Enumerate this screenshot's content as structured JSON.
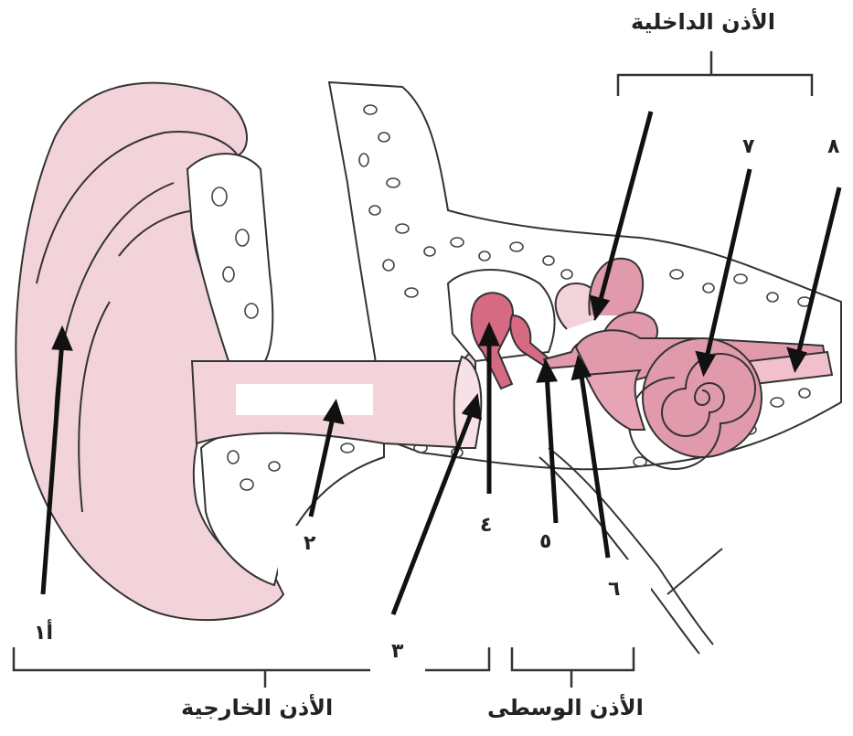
{
  "regions": {
    "inner_ear": "الأذن الداخلية",
    "outer_ear": "الأذن الخارجية",
    "middle_ear": "الأذن الوسطى"
  },
  "labels": {
    "l1": "أ١",
    "l2": "٢",
    "l3": "٣",
    "l4": "٤",
    "l5": "٥",
    "l6": "٦",
    "l7": "٧",
    "l8": "٨"
  },
  "colors": {
    "tissue": "#f2d3da",
    "ossicles": "#d56a82",
    "cochlea": "#e09aab",
    "line": "#333333"
  }
}
